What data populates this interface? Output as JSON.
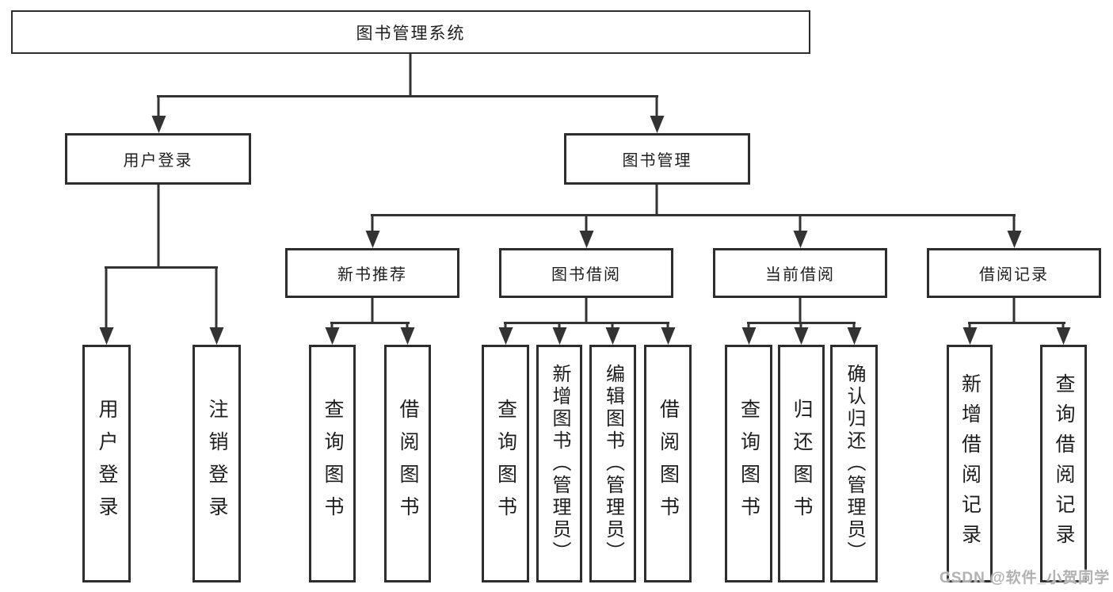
{
  "tree": {
    "root": "图书管理系统",
    "branches": {
      "user_login": {
        "label": "用户登录",
        "children": [
          "用户登录",
          "注销登录"
        ]
      },
      "book_mgmt": {
        "label": "图书管理",
        "children": {
          "new_book_rec": {
            "label": "新书推荐",
            "children": [
              "查询图书",
              "借阅图书"
            ]
          },
          "book_borrow": {
            "label": "图书借阅",
            "children": [
              "查询图书",
              "新增图书（管理员）",
              "编辑图书（管理员）",
              "借阅图书"
            ]
          },
          "current_borrow": {
            "label": "当前借阅",
            "children": [
              "查询图书",
              "归还图书",
              "确认归还（管理员）"
            ]
          },
          "borrow_record": {
            "label": "借阅记录",
            "children": [
              "新增借阅记录",
              "查询借阅记录"
            ]
          }
        }
      }
    }
  },
  "watermark": "CSDN @软件_小贺同学",
  "colors": {
    "line": "#333333",
    "border": "#2d2d2d",
    "text": "#1e1e1e",
    "background": "#ffffff",
    "watermark": "#a8a8a8"
  }
}
